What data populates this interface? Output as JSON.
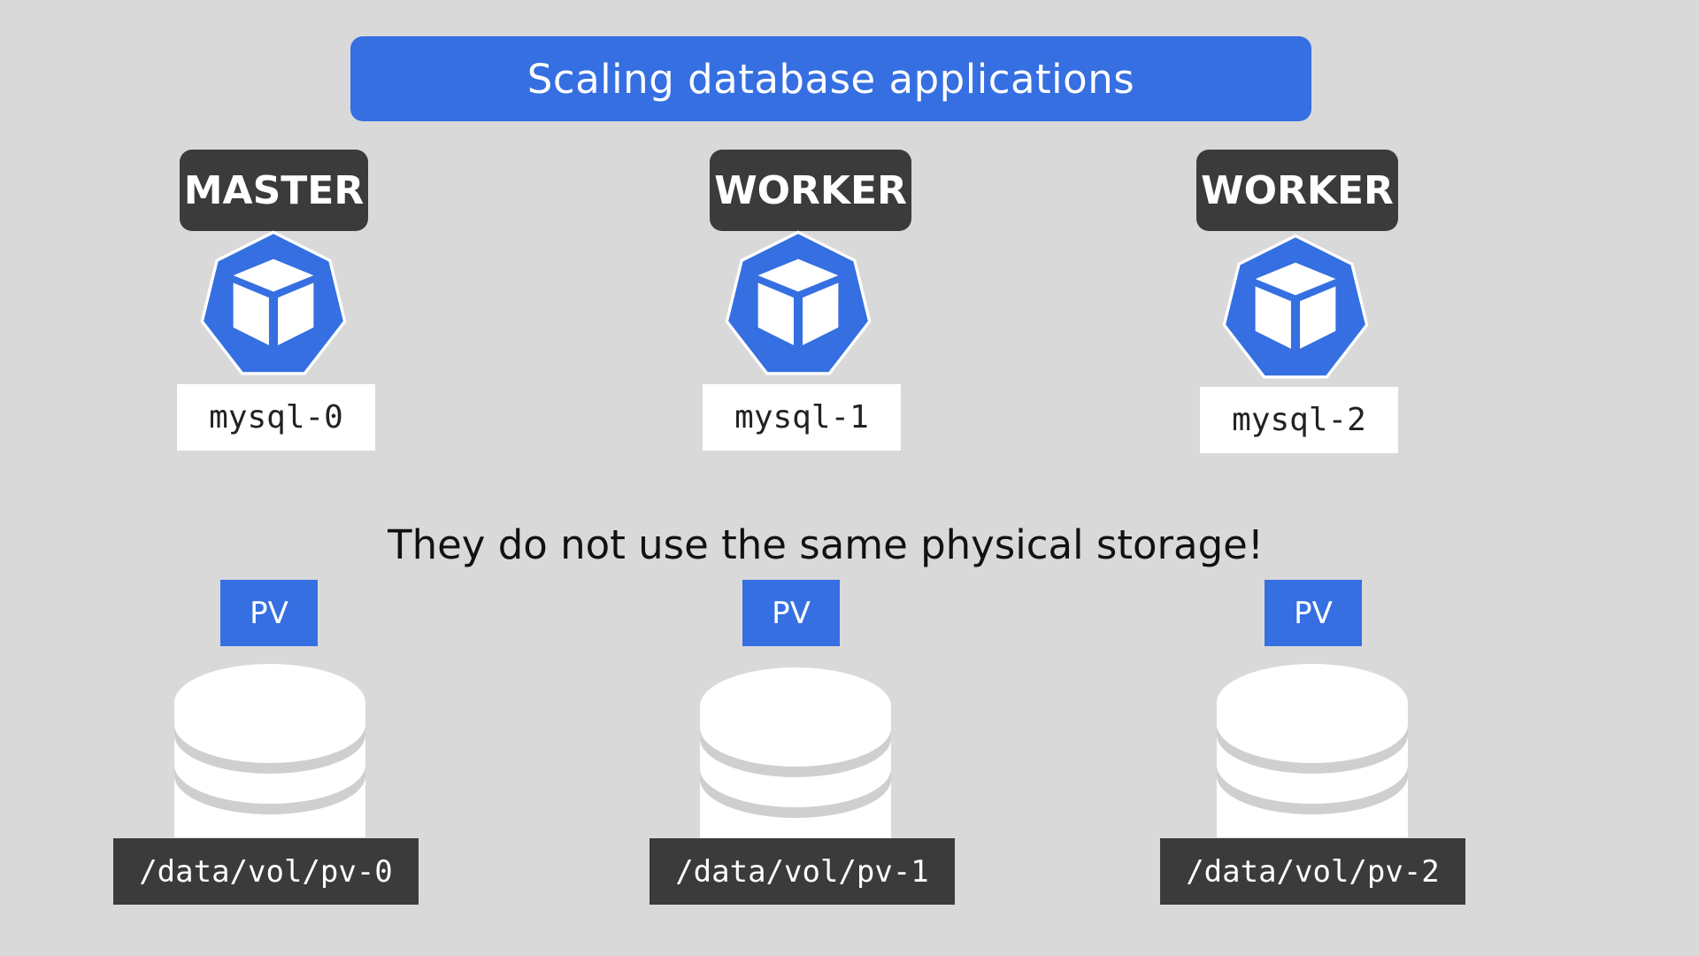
{
  "title": "Scaling database applications",
  "nodes": [
    {
      "role": "MASTER",
      "pod": "mysql-0"
    },
    {
      "role": "WORKER",
      "pod": "mysql-1"
    },
    {
      "role": "WORKER",
      "pod": "mysql-2"
    }
  ],
  "storage_note": "They do not use the same physical storage!",
  "volumes": [
    {
      "badge": "PV",
      "path": "/data/vol/pv-0"
    },
    {
      "badge": "PV",
      "path": "/data/vol/pv-1"
    },
    {
      "badge": "PV",
      "path": "/data/vol/pv-2"
    }
  ],
  "icons": {
    "pod": "kubernetes-pod-cube-icon",
    "volume": "database-cylinder-icon"
  },
  "colors": {
    "background": "#d9d9d9",
    "accent_blue": "#356fe1",
    "dark_label": "#3b3b3b",
    "white": "#ffffff"
  }
}
